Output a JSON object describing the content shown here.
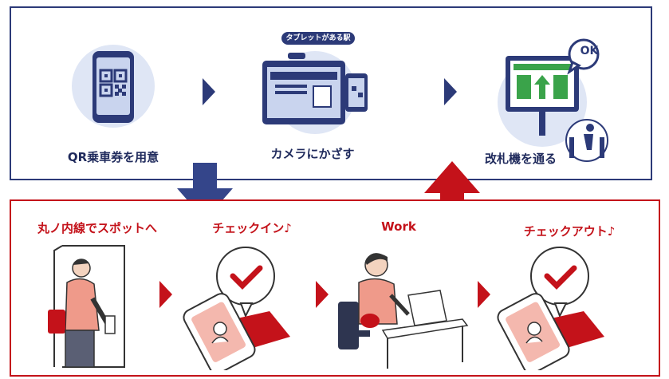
{
  "top_steps": [
    {
      "label": "QR乗車券を用意",
      "icon": "qr-phone-icon"
    },
    {
      "label": "カメラにかざす",
      "icon": "tablet-camera-icon",
      "badge": "タブレットがある駅"
    },
    {
      "label": "改札機を通る",
      "icon": "ticket-gate-icon",
      "bubble": "OK"
    }
  ],
  "bottom_steps": [
    {
      "label": "丸ノ内線でスポットへ",
      "icon": "person-opening-door-icon"
    },
    {
      "label": "チェックイン♪",
      "icon": "phone-check-icon"
    },
    {
      "label": "Work",
      "icon": "person-at-laptop-icon"
    },
    {
      "label": "チェックアウト♪",
      "icon": "phone-check-icon"
    }
  ],
  "colors": {
    "navy": "#2c3a78",
    "red": "#c4121a",
    "light_blue": "#dfe6f5"
  }
}
